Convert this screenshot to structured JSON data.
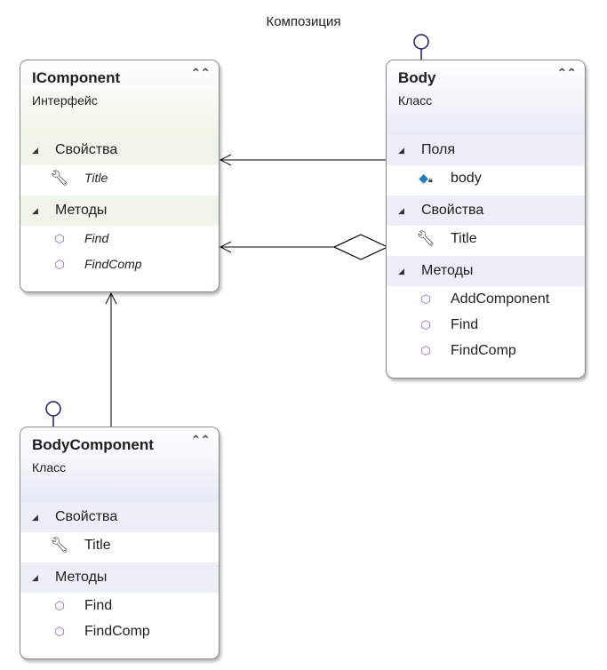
{
  "diagram": {
    "title": "Композиция"
  },
  "boxes": {
    "icomponent": {
      "name": "IComponent",
      "kind": "Интерфейс",
      "props_label": "Свойства",
      "props": [
        "Title"
      ],
      "methods_label": "Методы",
      "methods": [
        "Find",
        "FindComp"
      ]
    },
    "body": {
      "name": "Body",
      "kind": "Класс",
      "fields_label": "Поля",
      "fields": [
        "body"
      ],
      "props_label": "Свойства",
      "props": [
        "Title"
      ],
      "methods_label": "Методы",
      "methods": [
        "AddComponent",
        "Find",
        "FindComp"
      ]
    },
    "bodycomponent": {
      "name": "BodyComponent",
      "kind": "Класс",
      "props_label": "Свойства",
      "props": [
        "Title"
      ],
      "methods_label": "Методы",
      "methods": [
        "Find",
        "FindComp"
      ]
    }
  },
  "glyphs": {
    "collapse": "⌃⌃",
    "expanded": "◢",
    "property_icon": "wrench-icon",
    "method_icon": "cube-icon",
    "field_icon": "field-icon"
  },
  "colors": {
    "interface_header": "#eff5e7",
    "class_header": "#e7ebf6",
    "method_icon": "#8a5fb7",
    "field_icon": "#1c7cc4",
    "lollipop": "#1a1a6a"
  }
}
